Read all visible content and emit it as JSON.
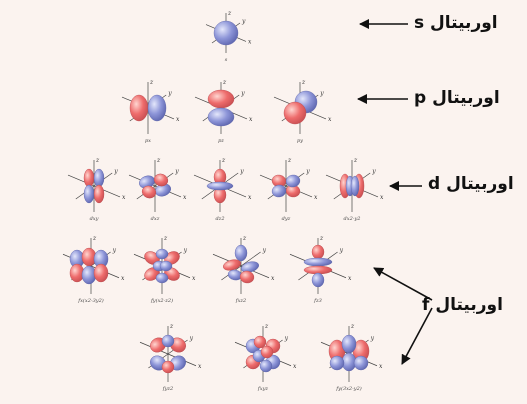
{
  "labels": {
    "s": "اوربیتال s",
    "p": "اوربیتال p",
    "d": "اوربیتال d",
    "f": "اوربیتال f"
  },
  "colors": {
    "positive_lobe": "#ee6c6c",
    "negative_lobe": "#7e86cf",
    "axis": "#444444",
    "background": "#fbf3ef"
  },
  "orbitals": {
    "s": [
      {
        "name": "s",
        "caption": "s"
      }
    ],
    "p": [
      {
        "name": "px",
        "caption": "px"
      },
      {
        "name": "pz",
        "caption": "pz"
      },
      {
        "name": "py",
        "caption": "py"
      }
    ],
    "d": [
      {
        "name": "dxy",
        "caption": "dxy"
      },
      {
        "name": "dxz",
        "caption": "dxz"
      },
      {
        "name": "dz2",
        "caption": "dz2"
      },
      {
        "name": "dyz",
        "caption": "dyz"
      },
      {
        "name": "dx2-y2",
        "caption": "dx2-y2"
      }
    ],
    "f1": [
      {
        "name": "fx(x2-3y2)",
        "caption": "fx(x2-3y2)"
      },
      {
        "name": "fy(x2-z2)",
        "caption": "fy(x2-z2)"
      },
      {
        "name": "fxz2",
        "caption": "fxz2"
      },
      {
        "name": "fz3",
        "caption": "fz3"
      }
    ],
    "f2": [
      {
        "name": "fyz2",
        "caption": "fyz2"
      },
      {
        "name": "fxyz",
        "caption": "fxyz"
      },
      {
        "name": "fy(3x2-y2)",
        "caption": "fy(3x2-y2)"
      }
    ]
  },
  "axis_labels": {
    "x": "x",
    "y": "y",
    "z": "z"
  }
}
